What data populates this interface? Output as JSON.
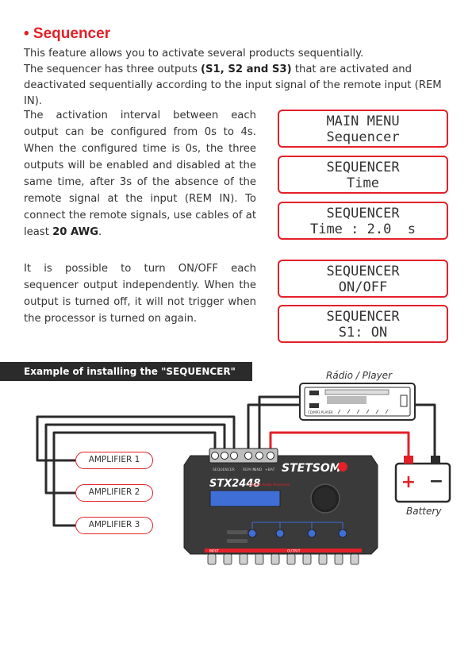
{
  "title": "• Sequencer",
  "intro": {
    "line1": "This feature allows you to activate several products sequentially.",
    "line2_pre": "The sequencer has three outputs ",
    "line2_bold": "(S1, S2 and S3)",
    "line2_post": " that are activated and deactivated sequentially according to the input signal of the remote input (REM IN)."
  },
  "section1": {
    "text_pre": "The activation interval between each output can be configured from 0s to 4s. When the configured time is 0s, the three outputs will be enabled and disabled at the same time, after 3s of the absence of the remote signal at the input (REM IN). To connect the remote signals, use cables of at least ",
    "text_bold": "20 AWG",
    "text_post": "."
  },
  "section2": {
    "text": "It is possible to turn ON/OFF each sequencer output independently. When the output is turned off, it will not trigger when the processor is turned on again."
  },
  "displays": [
    {
      "line1": "MAIN MENU",
      "line2": "Sequencer"
    },
    {
      "line1": "SEQUENCER",
      "line2": "Time"
    },
    {
      "line1": "SEQUENCER",
      "line2": "Time : 2.0  s"
    },
    {
      "line1": "SEQUENCER",
      "line2": "ON/OFF"
    },
    {
      "line1": "SEQUENCER",
      "line2": "S1: ON"
    }
  ],
  "diagram": {
    "banner": "Example of installing the \"SEQUENCER\" feature:",
    "radio_label": "Rádio / Player",
    "radio_model_text": "CD/MP3 PLAYER",
    "battery_label": "Battery",
    "amplifiers": [
      "AMPLIFIER 1",
      "AMPLIFIER 2",
      "AMPLIFIER 3"
    ],
    "device_brand": "STETSOM",
    "device_model": "STX2448",
    "device_subtitle": "Digital Audio Processor",
    "terminal_labels": {
      "seq": "SEQUENCER",
      "rem": "REM IN",
      "gnd": "GND",
      "bat": "+BAT"
    },
    "jack_labels": {
      "input": "INPUT",
      "output": "OUTPUT"
    },
    "colors": {
      "accent": "#e32028",
      "wire": "#2b2b2b",
      "device": "#3a3a3a",
      "lcd": "#3f6fd6"
    }
  }
}
